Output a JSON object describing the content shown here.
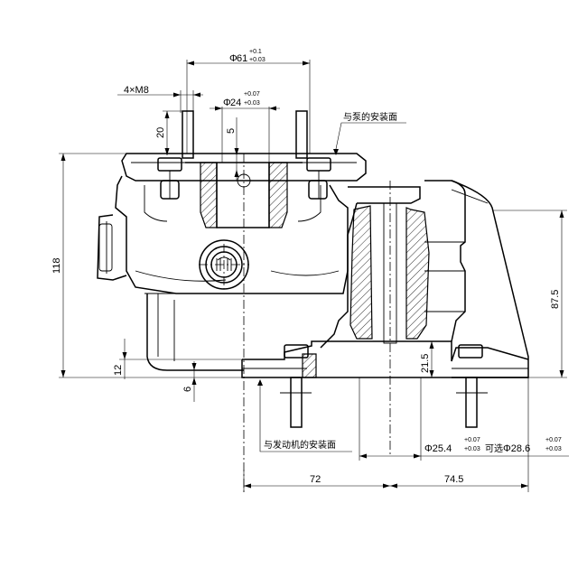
{
  "dimensions": {
    "bore_top": {
      "symbol": "Φ",
      "value": "61",
      "upper": "+0.1",
      "lower": "+0.03"
    },
    "thread": "4×M8",
    "bore_inner": {
      "symbol": "Φ",
      "value": "24",
      "upper": "+0.07",
      "lower": "+0.03"
    },
    "stud_height": "20",
    "offset_5": "5",
    "overall_height": "118",
    "right_height": "87.5",
    "flange_12": "12",
    "flange_6": "6",
    "shaft_21_5": "21.5",
    "left_72": "72",
    "right_74_5": "74.5",
    "shaft_dia": {
      "value_a": "Φ25.4",
      "upper_a": "+0.07",
      "lower_a": "+0.03",
      "connector": "可选",
      "value_b": "Φ28.6",
      "upper_b": "+0.07",
      "lower_b": "+0.03"
    }
  },
  "notes": {
    "pump_mount": "与泵的安装面",
    "engine_mount": "与发动机的安装面"
  },
  "colors": {
    "line": "#000000",
    "background": "#ffffff"
  }
}
